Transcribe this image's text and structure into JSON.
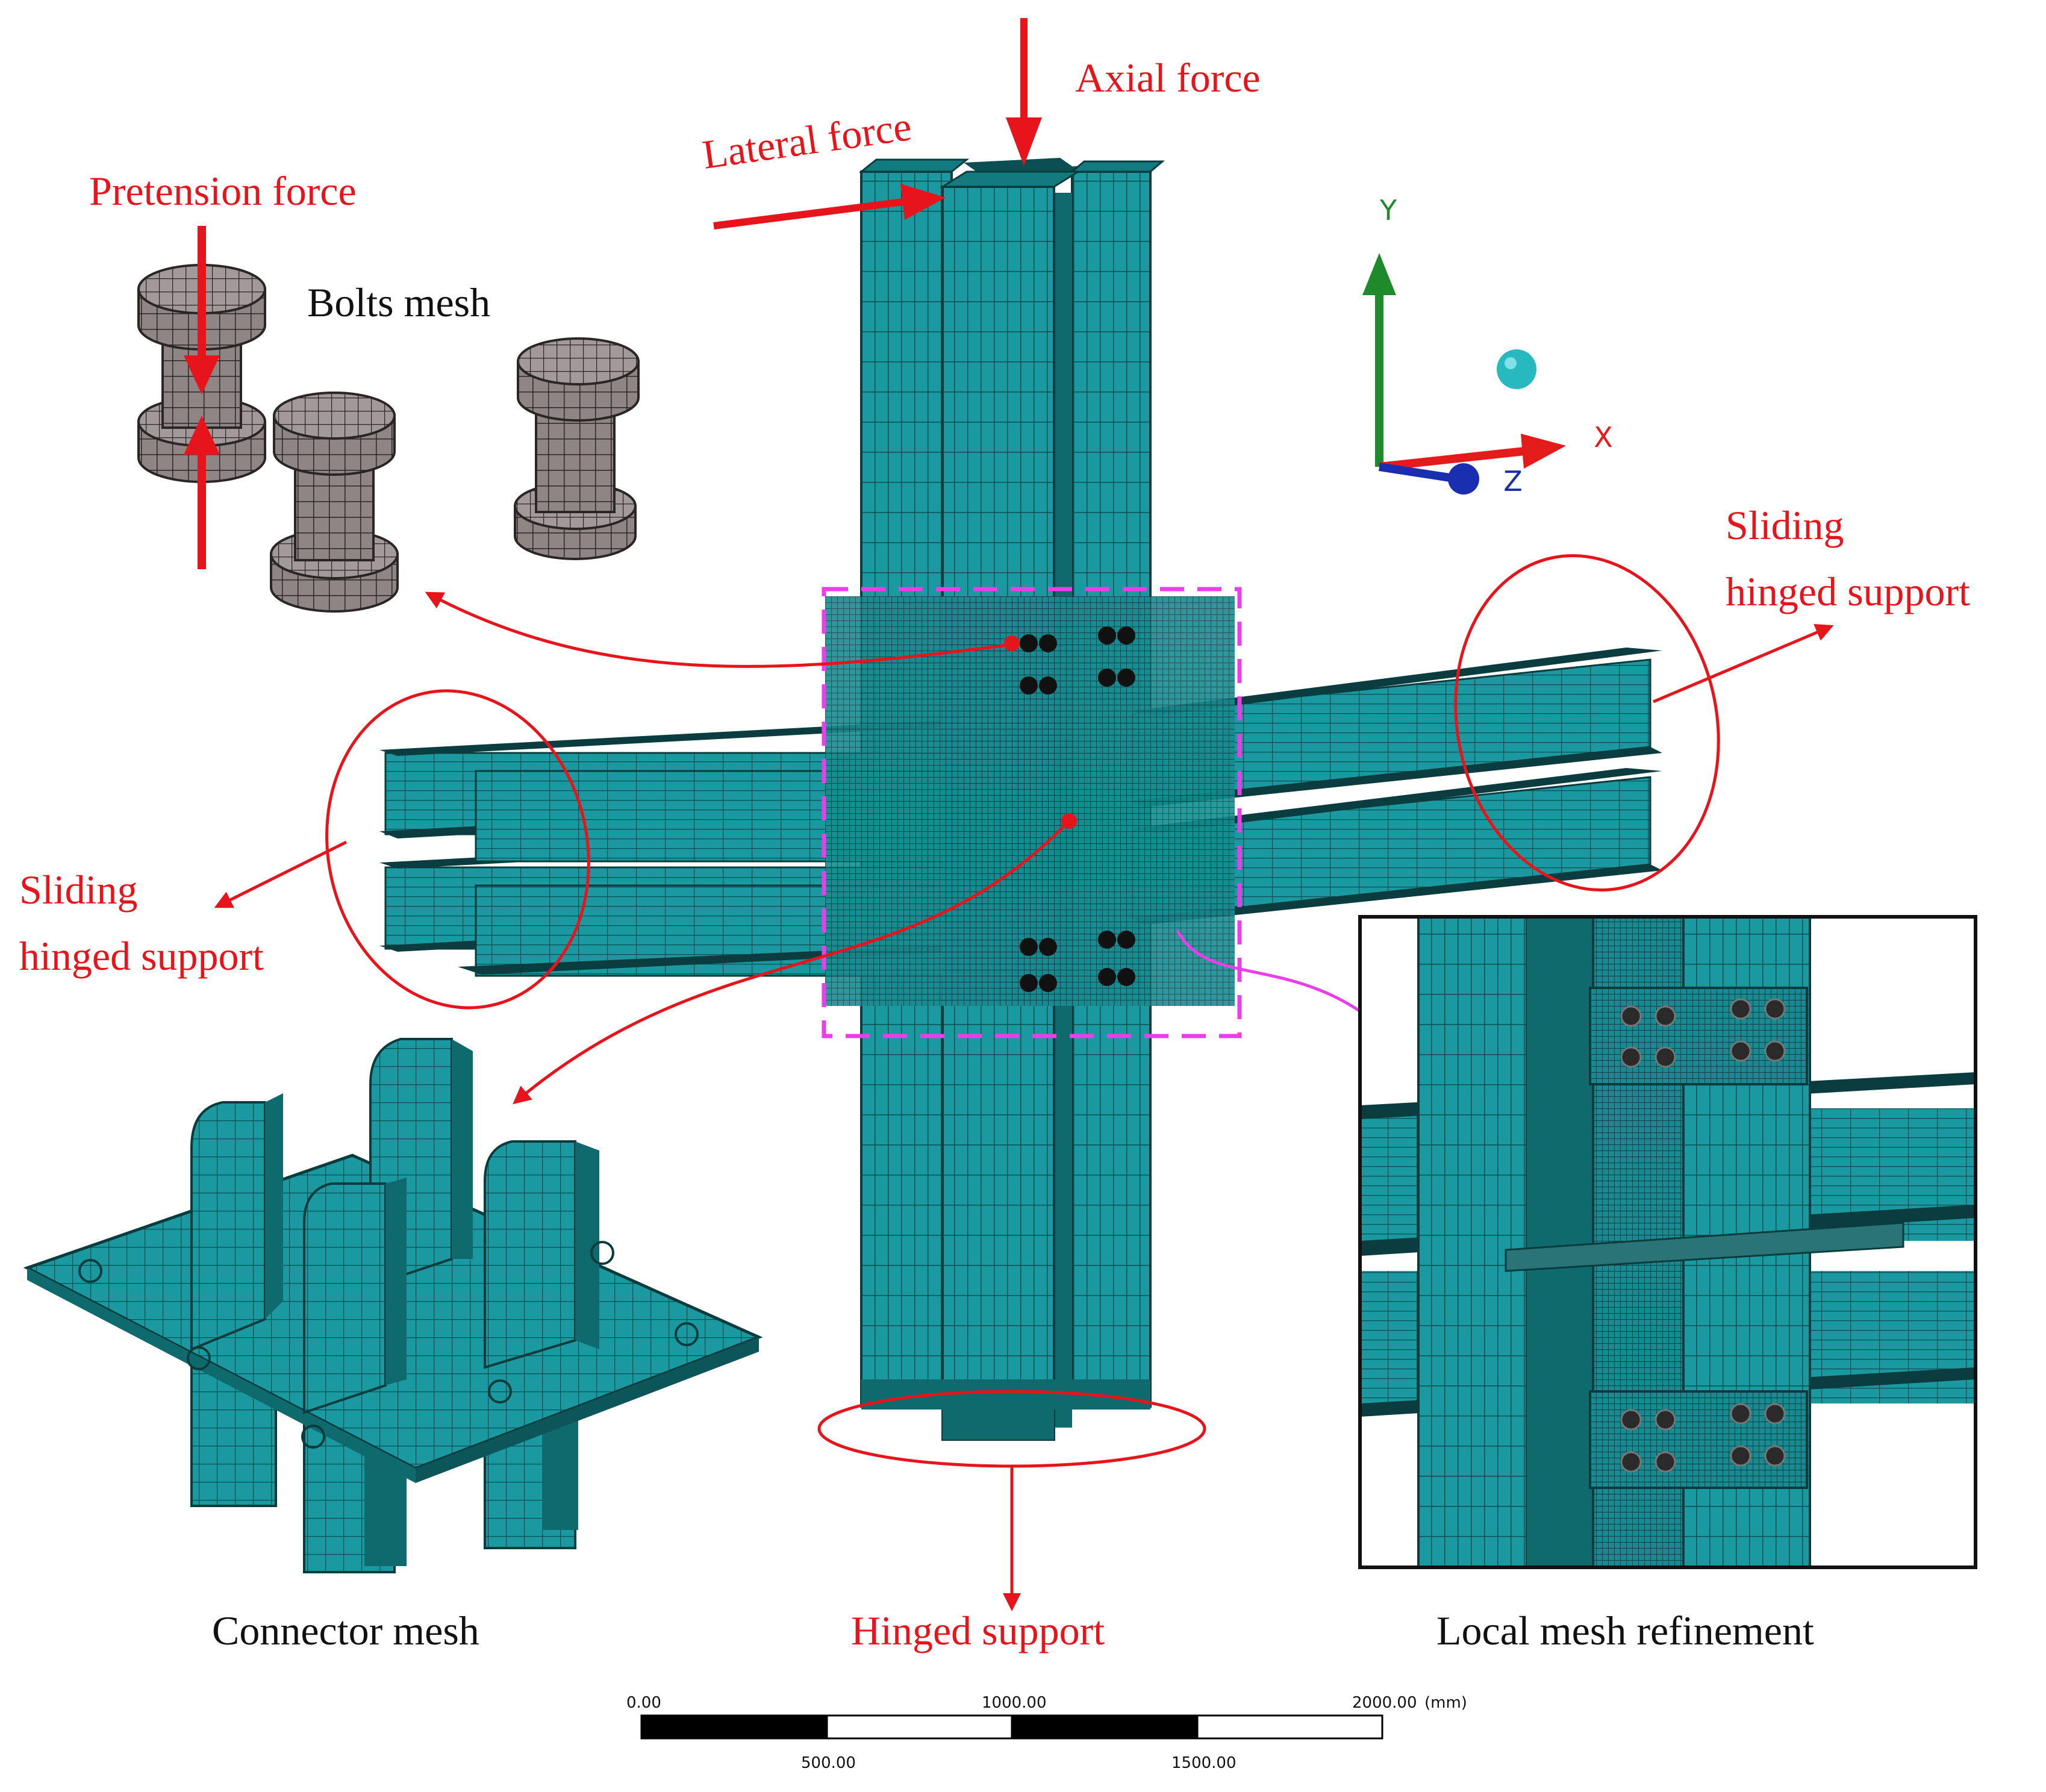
{
  "labels": {
    "axial_force": "Axial force",
    "lateral_force": "Lateral force",
    "pretension_force": "Pretension force",
    "bolts_mesh": "Bolts mesh",
    "sliding_right_line1": "Sliding",
    "sliding_right_line2": "hinged support",
    "sliding_left_line1": "Sliding",
    "sliding_left_line2": "hinged support",
    "connector_mesh": "Connector mesh",
    "hinged_support": "Hinged support",
    "local_mesh_refinement": "Local mesh refinement"
  },
  "axes": {
    "y": "Y",
    "x": "X",
    "z": "Z"
  },
  "scale_bar": {
    "unit": "(mm)",
    "ticks_top": [
      "0.00",
      "1000.00",
      "2000.00"
    ],
    "ticks_bottom": [
      "500.00",
      "1500.00"
    ]
  },
  "colors": {
    "mesh": "#1a9aa0",
    "mesh_dark": "#0f6a6e",
    "annotation": "#e8141b",
    "highlight_box": "#e93ee9",
    "bolt": "#8f8585",
    "axis_y": "#1e8a2c",
    "axis_x": "#e41b1b",
    "axis_z": "#1a2fb0",
    "origin_ball": "#27b8c0"
  }
}
